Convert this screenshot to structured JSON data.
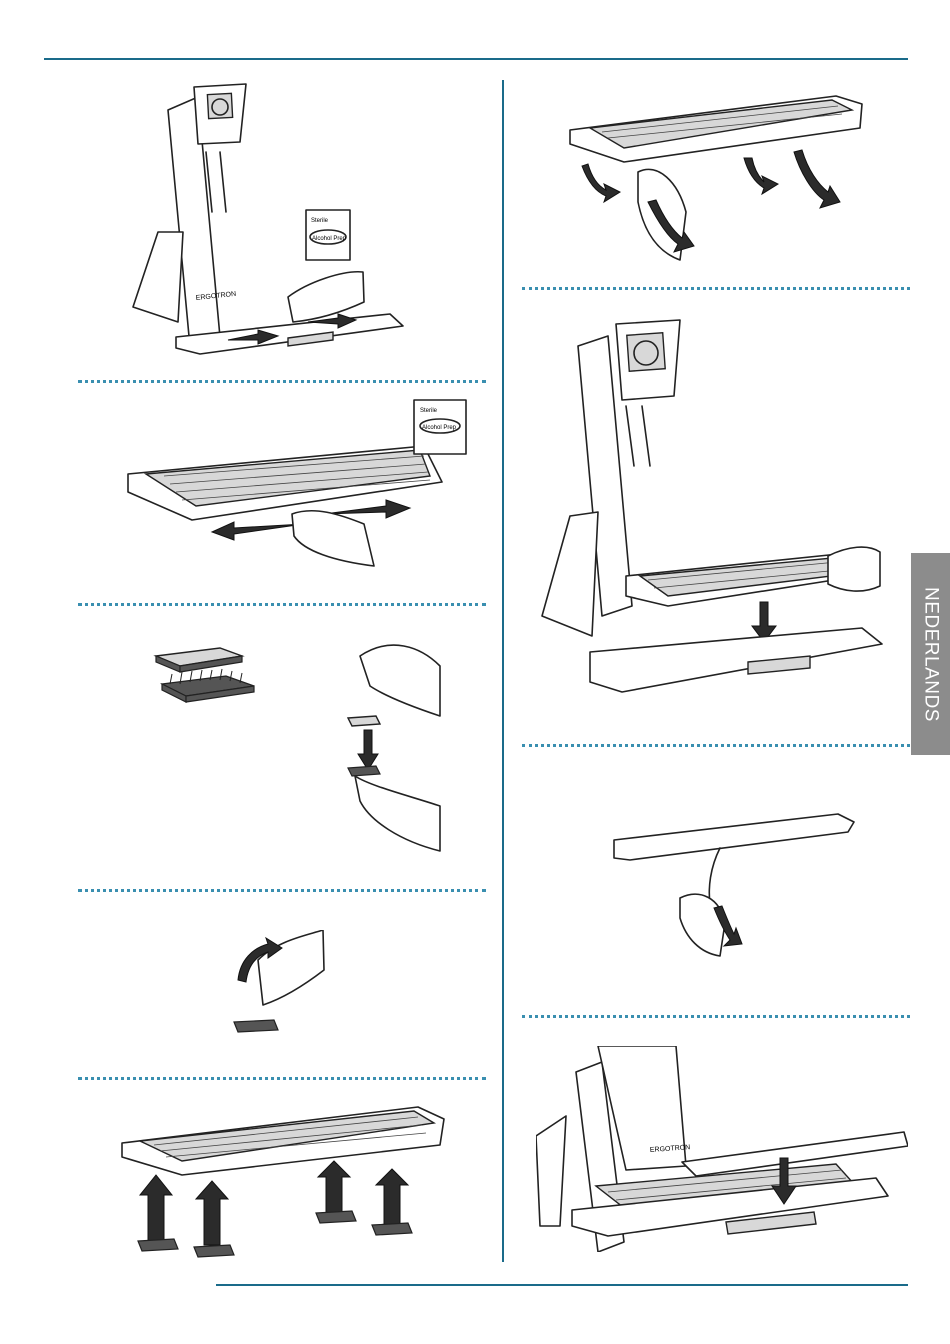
{
  "side_tab": {
    "label": "NEDERLANDS"
  },
  "packet": {
    "brand": "Sterile",
    "label": "Alcohol Prep"
  },
  "brand_mark": "ERGOTRON",
  "colors": {
    "rule": "#1a6b8a",
    "dots": "#3a8fb0",
    "tab_bg": "#8c8c8c",
    "tab_text": "#ffffff"
  }
}
